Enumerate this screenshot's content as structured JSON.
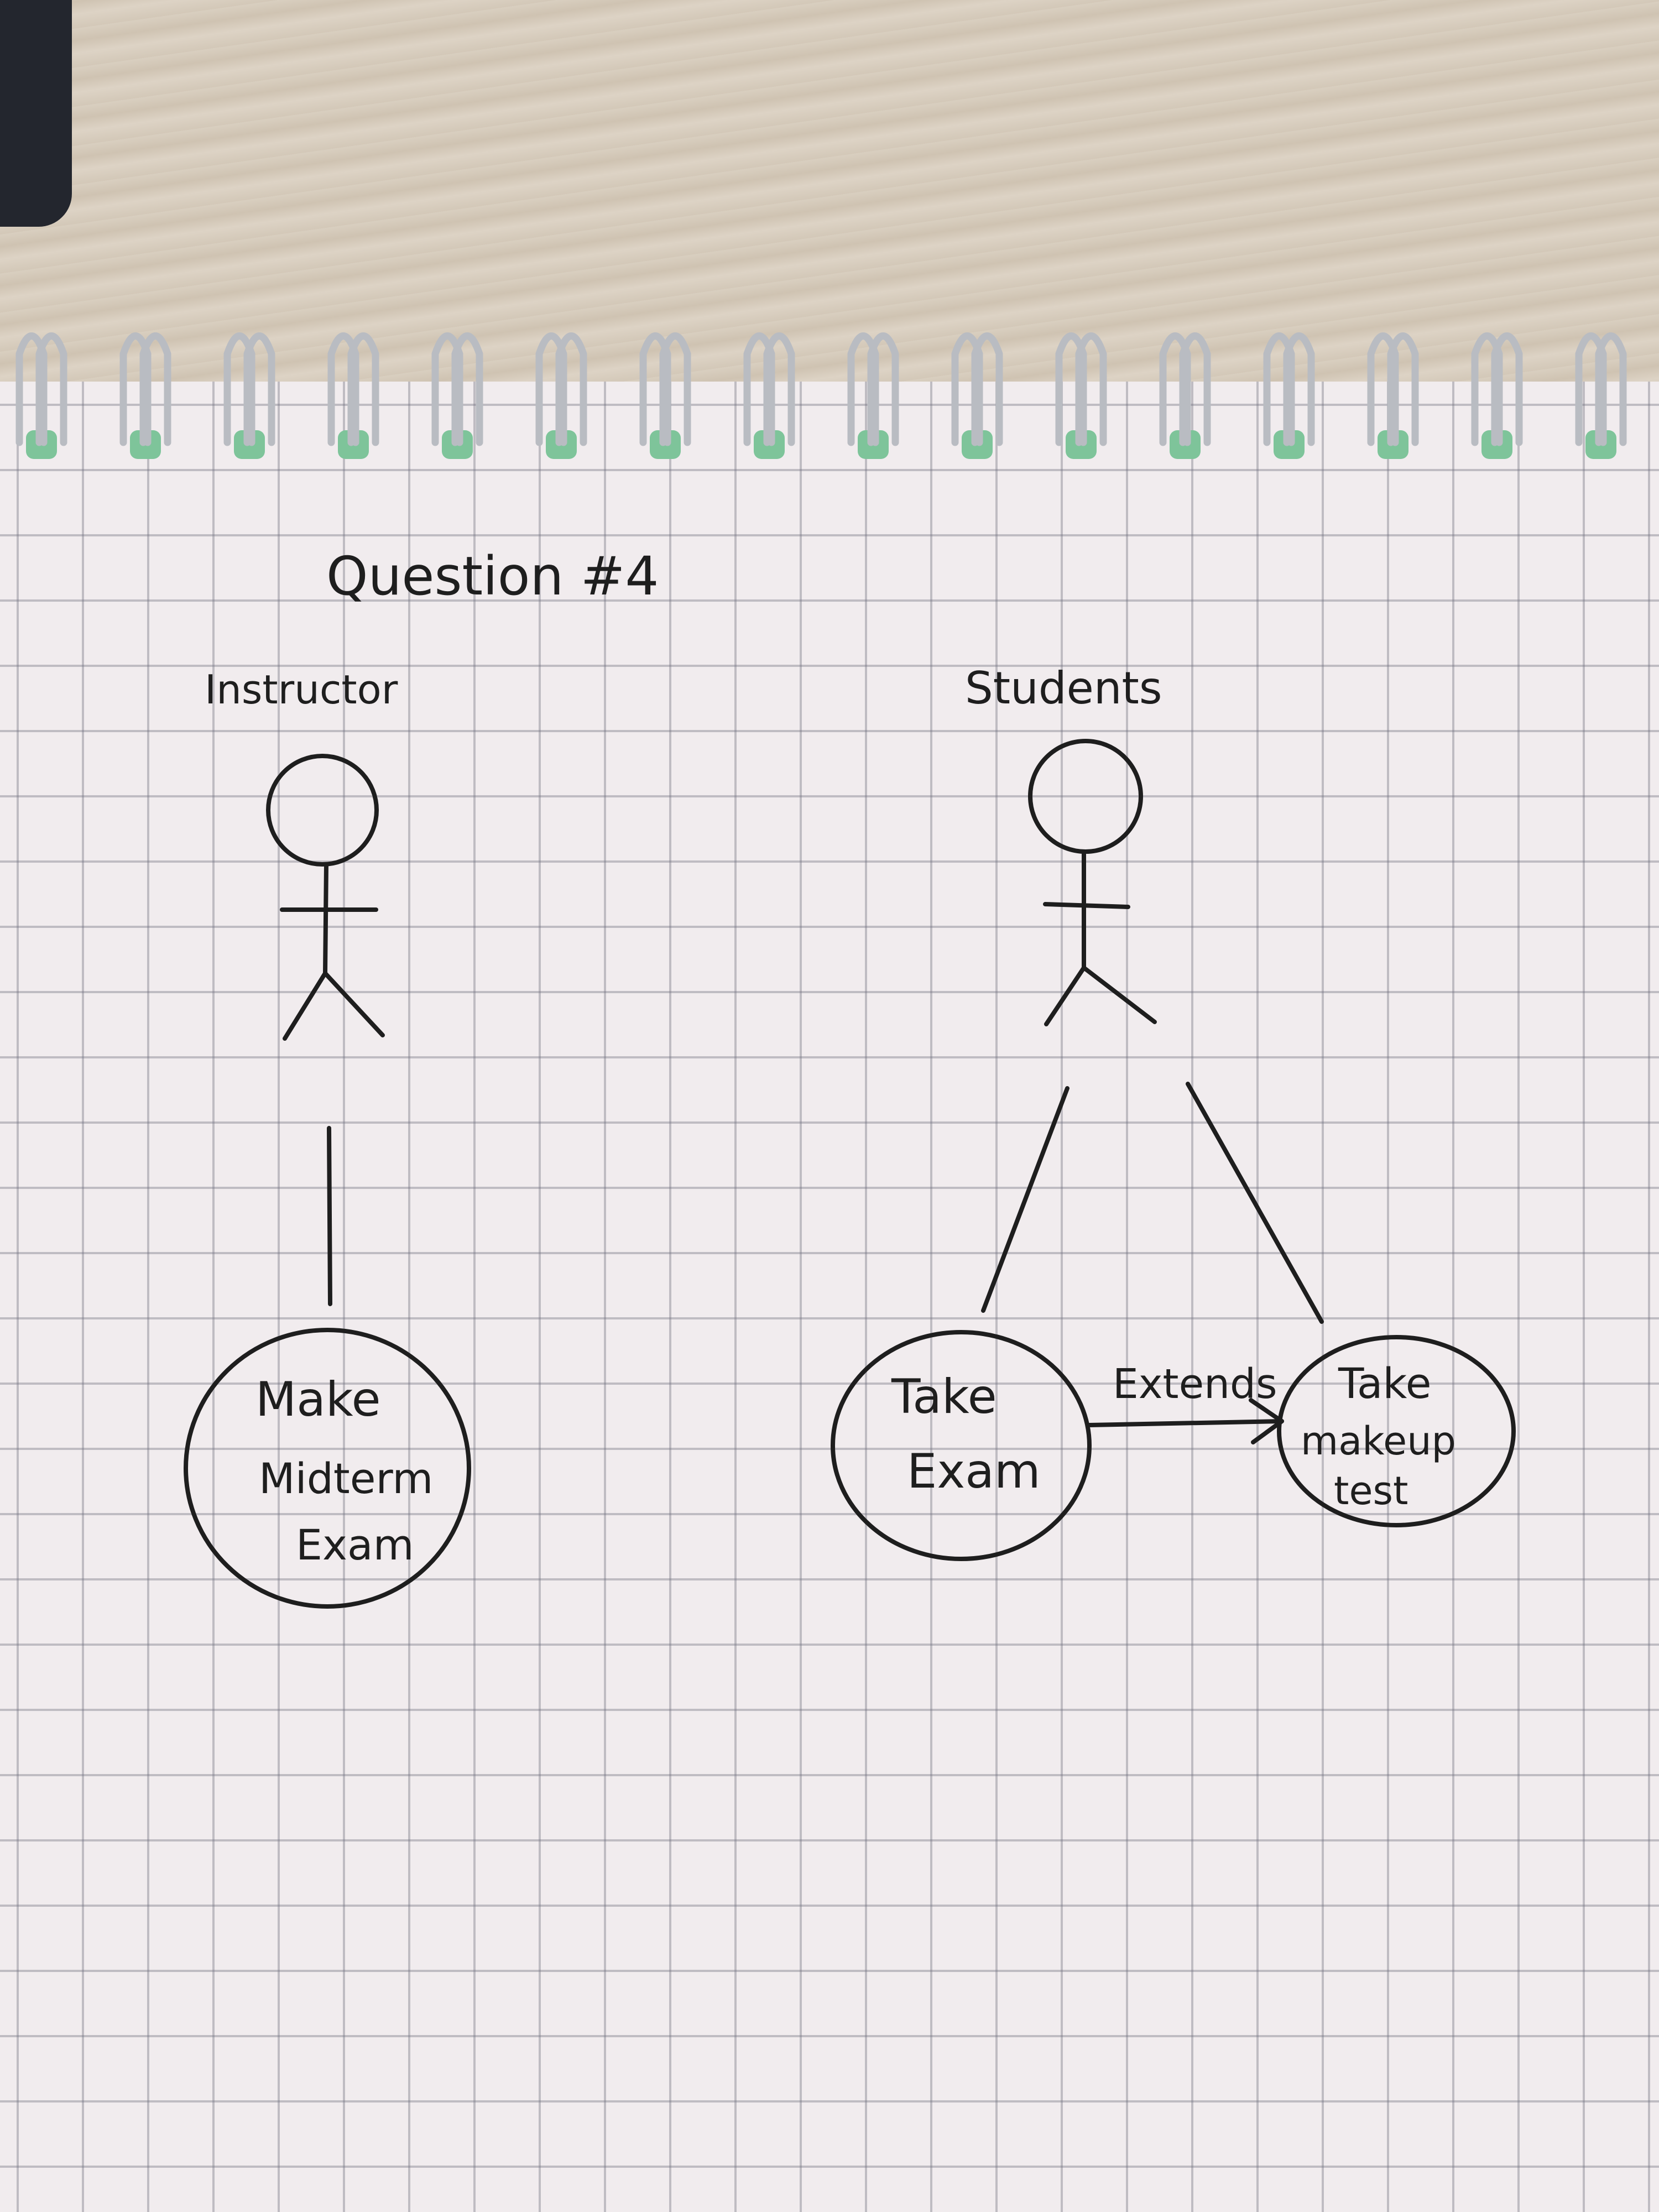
{
  "title": "Question #4",
  "actors": {
    "instructor": "Instructor",
    "students": "Students"
  },
  "use_cases": {
    "make_midterm_exam": [
      "Make",
      "Midterm",
      "Exam"
    ],
    "take_exam": [
      "Take",
      "Exam"
    ],
    "take_makeup_test": [
      "Take",
      "makeup",
      "test"
    ]
  },
  "relationship_label": "Extends",
  "colors": {
    "ink": "#1e1e1e",
    "paper": "#f1ecee",
    "grid": "#8e8e9a",
    "spiral_metal": "#b9bcc2",
    "spiral_holes": "#7ec49a",
    "desk": "#d6cbbb"
  }
}
